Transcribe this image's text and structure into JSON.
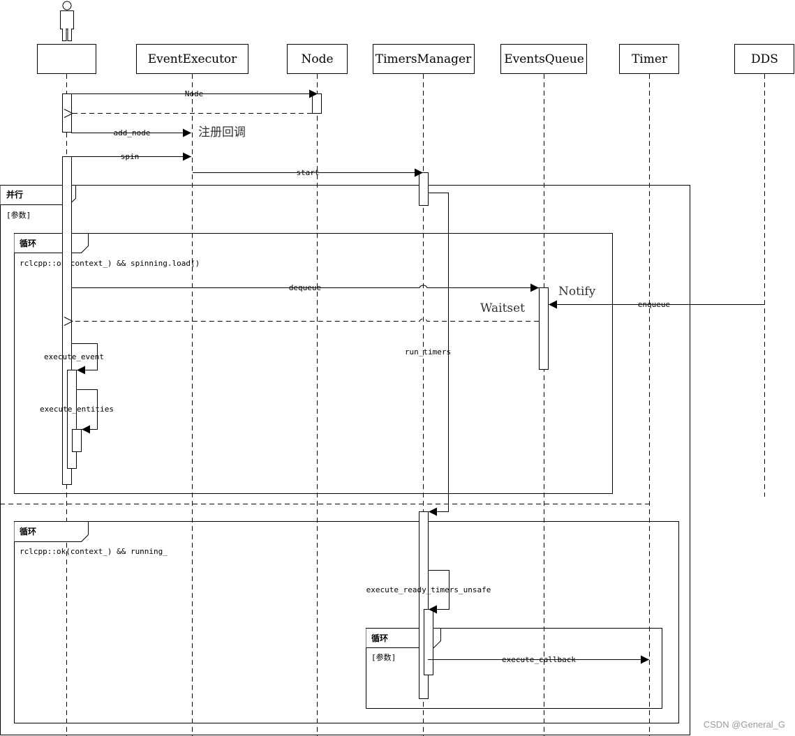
{
  "participants": [
    {
      "id": "user",
      "label": "",
      "actor": true
    },
    {
      "id": "executor",
      "label": "EventExecutor"
    },
    {
      "id": "node",
      "label": "Node"
    },
    {
      "id": "timers_manager",
      "label": "TimersManager"
    },
    {
      "id": "events_queue",
      "label": "EventsQueue"
    },
    {
      "id": "timer",
      "label": "Timer"
    },
    {
      "id": "dds",
      "label": "DDS"
    }
  ],
  "messages": [
    {
      "id": "node",
      "label": "Node"
    },
    {
      "id": "add_node",
      "label": "add_node"
    },
    {
      "id": "spin",
      "label": "spin"
    },
    {
      "id": "start",
      "label": "start"
    },
    {
      "id": "dequeue",
      "label": "dequeue"
    },
    {
      "id": "enqueue",
      "label": "enqueue"
    },
    {
      "id": "run_timers",
      "label": "run_timers"
    },
    {
      "id": "execute_event",
      "label": "execute_event"
    },
    {
      "id": "execute_entities",
      "label": "execute_entities"
    },
    {
      "id": "execute_ready_timers_unsafe",
      "label": "execute_ready_timers_unsafe"
    },
    {
      "id": "execute_callback",
      "label": "execute_callback"
    }
  ],
  "notes": {
    "register_callback": "注册回调",
    "notify": "Notify",
    "waitset": "Waitset"
  },
  "fragments": {
    "parallel": {
      "operator": "并行",
      "guard": "[参数]"
    },
    "loop_events": {
      "operator": "循环",
      "guard": "rclcpp::ok(context_) && spinning.load()"
    },
    "loop_timers": {
      "operator": "循环",
      "guard": "rclcpp::ok(context_) && running_"
    },
    "loop_callbacks": {
      "operator": "循环",
      "guard": "[参数]"
    }
  },
  "watermark": "CSDN @General_G"
}
